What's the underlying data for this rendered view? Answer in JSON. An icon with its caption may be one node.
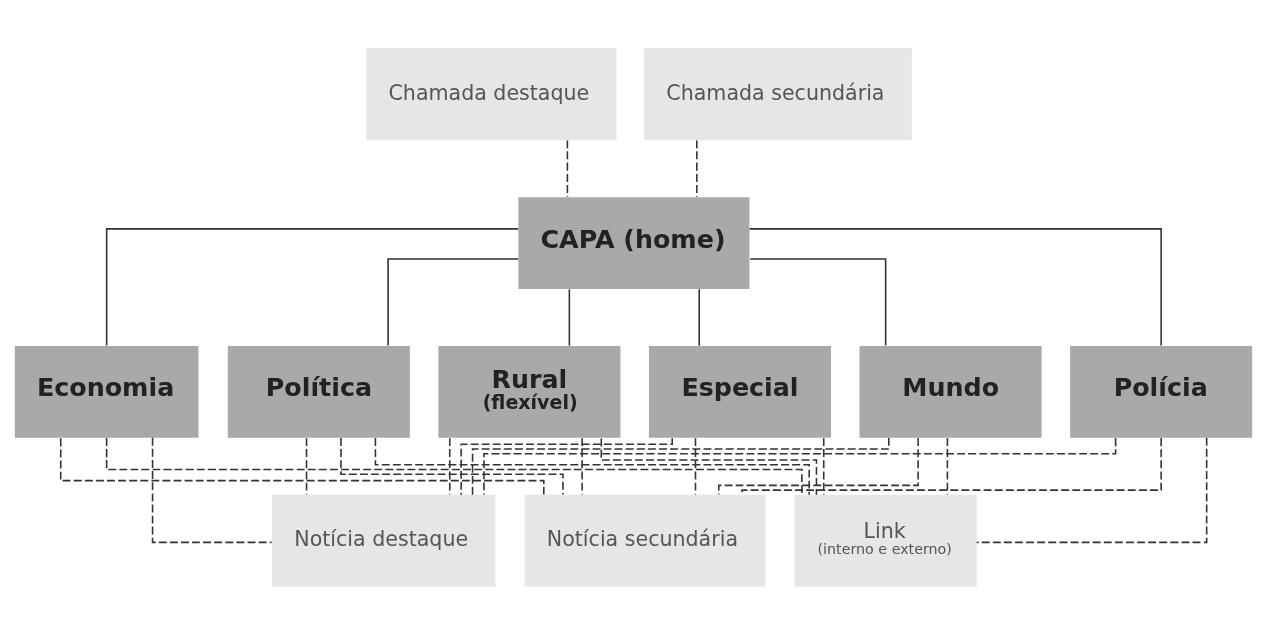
{
  "diagram": {
    "nodes": [
      {
        "text": [
          "Chamada destaque"
        ]
      },
      {
        "text": [
          "Chamada secundária"
        ]
      },
      {
        "text": [
          "CAPA (home)"
        ]
      },
      {
        "text": [
          "Economia"
        ]
      },
      {
        "text": [
          "Política"
        ]
      },
      {
        "text": [
          "Rural",
          "(flexível)"
        ]
      },
      {
        "text": [
          "Especial"
        ]
      },
      {
        "text": [
          "Mundo"
        ]
      },
      {
        "text": [
          "Polícia"
        ]
      },
      {
        "text": [
          "Notícia destaque"
        ]
      },
      {
        "text": [
          "Notícia secundária"
        ]
      },
      {
        "text": [
          "Link",
          "(interno e externo)"
        ]
      }
    ],
    "edges": [
      {
        "from": 0,
        "to": 2,
        "arrow": "none",
        "style": "dashed"
      },
      {
        "from": 1,
        "to": 2,
        "arrow": "none",
        "style": "dashed"
      },
      {
        "from": 2,
        "to": 3,
        "arrow": "none"
      },
      {
        "from": 2,
        "to": 4,
        "arrow": "none"
      },
      {
        "from": 2,
        "to": 5,
        "arrow": "none"
      },
      {
        "from": 2,
        "to": 6,
        "arrow": "none"
      },
      {
        "from": 2,
        "to": 7,
        "arrow": "none"
      },
      {
        "from": 2,
        "to": 8,
        "arrow": "none"
      },
      {
        "from": 3,
        "to": 9,
        "arrow": "none",
        "style": "dashed"
      },
      {
        "from": 3,
        "to": 10,
        "arrow": "none",
        "style": "dashed"
      },
      {
        "from": 3,
        "to": 11,
        "arrow": "none",
        "style": "dashed"
      },
      {
        "from": 4,
        "to": 9,
        "arrow": "none",
        "style": "dashed"
      },
      {
        "from": 4,
        "to": 10,
        "arrow": "none",
        "style": "dashed"
      },
      {
        "from": 4,
        "to": 11,
        "arrow": "none",
        "style": "dashed"
      },
      {
        "from": 5,
        "to": 9,
        "arrow": "none",
        "style": "dashed"
      },
      {
        "from": 5,
        "to": 10,
        "arrow": "none",
        "style": "dashed"
      },
      {
        "from": 5,
        "to": 11,
        "arrow": "none",
        "style": "dashed"
      },
      {
        "from": 6,
        "to": 9,
        "arrow": "none",
        "style": "dashed"
      },
      {
        "from": 6,
        "to": 10,
        "arrow": "none",
        "style": "dashed"
      },
      {
        "from": 6,
        "to": 11,
        "arrow": "none",
        "style": "dashed"
      },
      {
        "from": 7,
        "to": 9,
        "arrow": "none",
        "style": "dashed"
      },
      {
        "from": 7,
        "to": 10,
        "arrow": "none",
        "style": "dashed"
      },
      {
        "from": 7,
        "to": 11,
        "arrow": "none",
        "style": "dashed"
      },
      {
        "from": 8,
        "to": 9,
        "arrow": "none",
        "style": "dashed"
      },
      {
        "from": 8,
        "to": 10,
        "arrow": "none",
        "style": "dashed"
      },
      {
        "from": 8,
        "to": 11,
        "arrow": "none",
        "style": "dashed"
      }
    ]
  }
}
